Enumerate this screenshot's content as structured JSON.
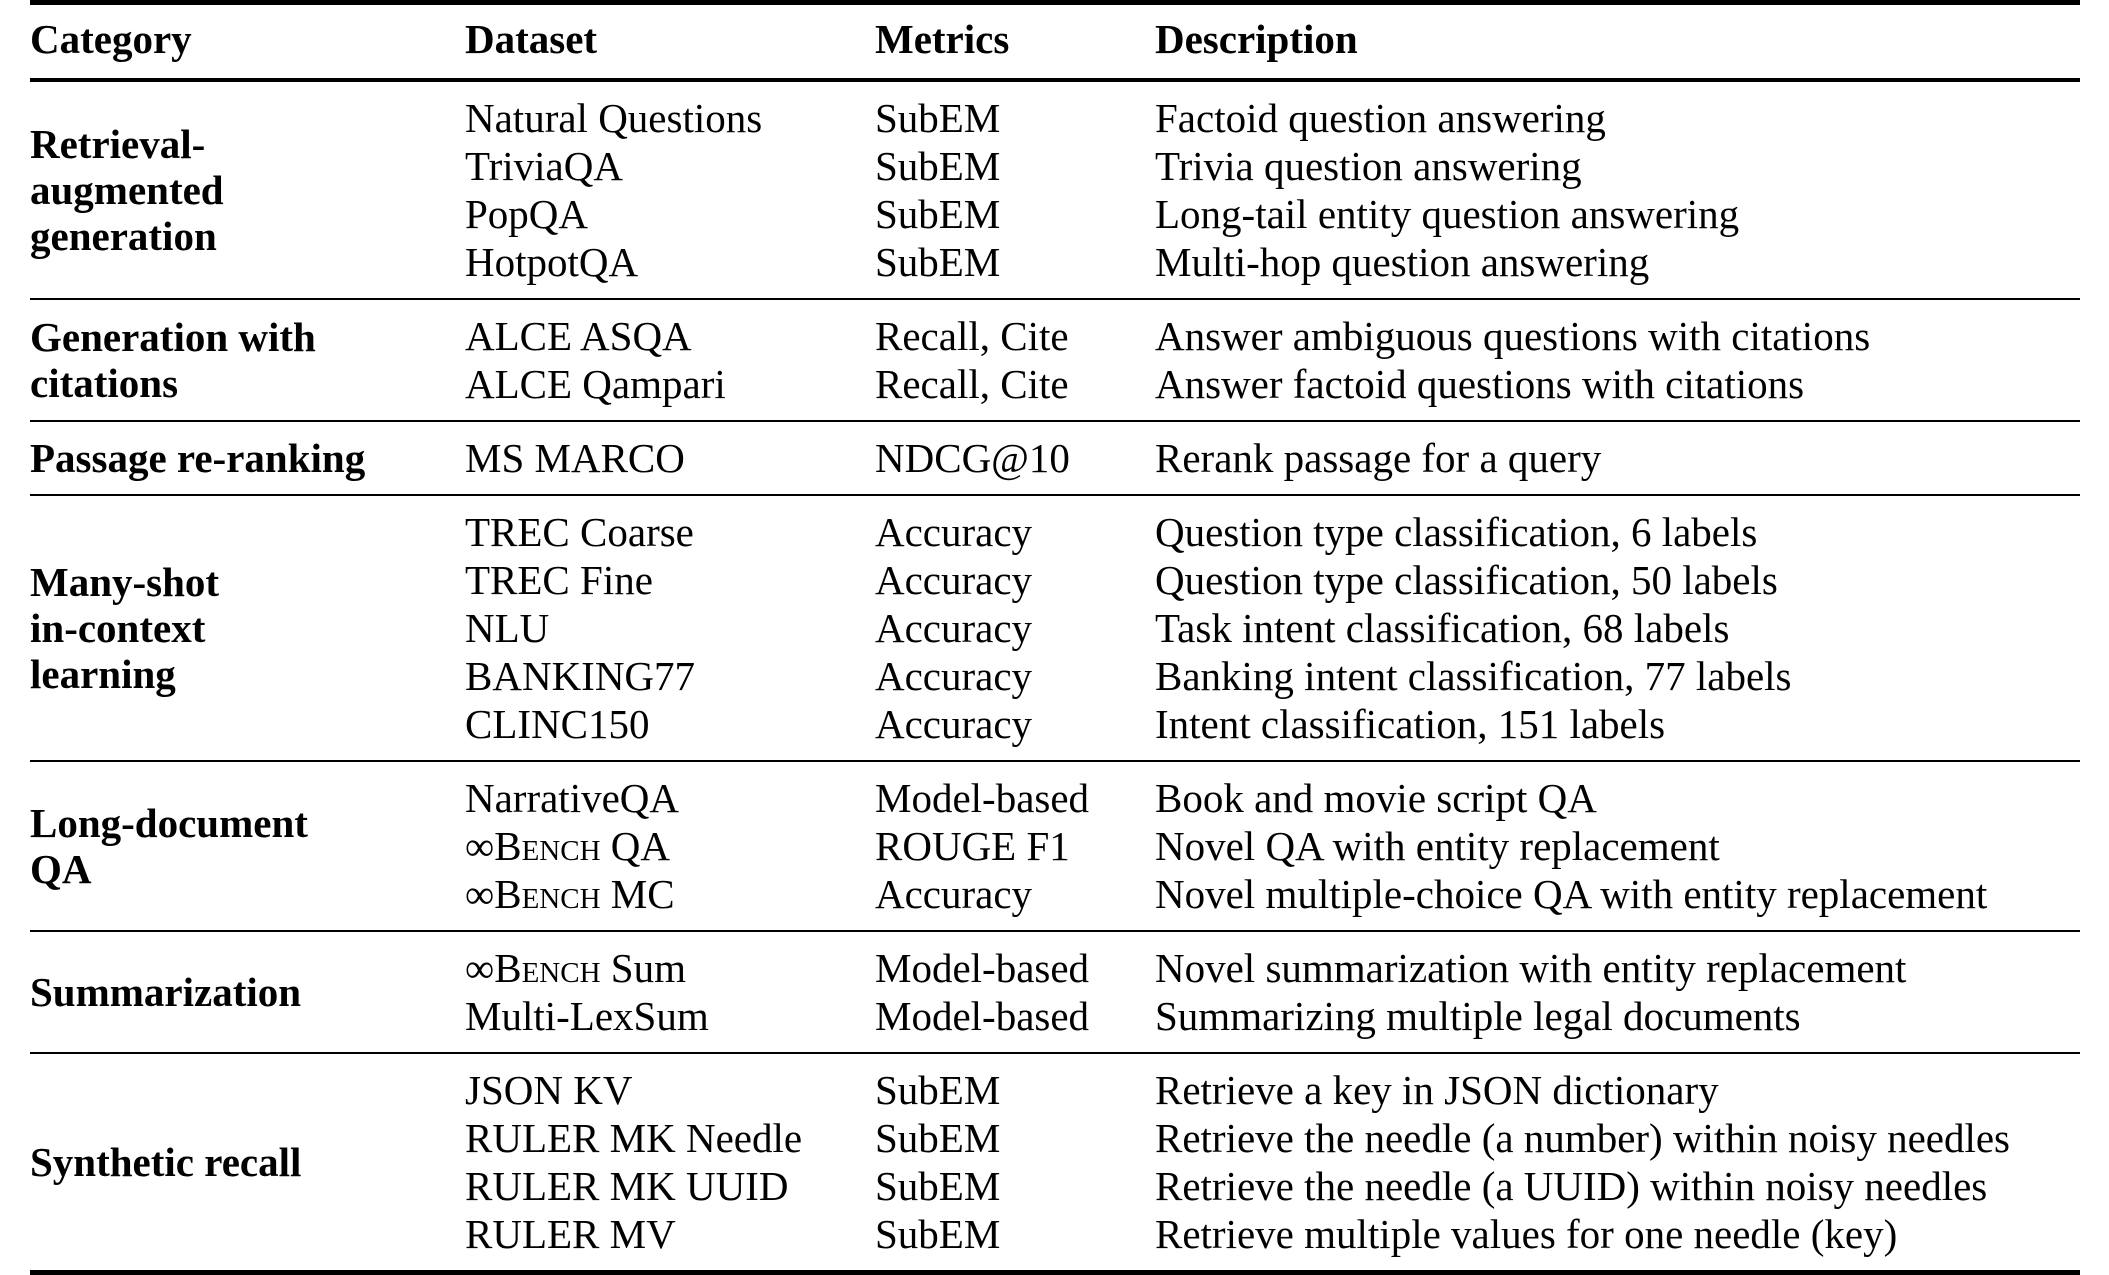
{
  "table": {
    "headers": {
      "category": "Category",
      "dataset": "Dataset",
      "metrics": "Metrics",
      "description": "Description"
    },
    "sections": [
      {
        "category": "Retrieval-\naugmented\ngeneration",
        "category_lines": [
          "Retrieval-",
          "augmented",
          "generation"
        ],
        "rows": [
          {
            "dataset": "Natural Questions",
            "metrics": "SubEM",
            "description": "Factoid question answering"
          },
          {
            "dataset": "TriviaQA",
            "metrics": "SubEM",
            "description": "Trivia question answering"
          },
          {
            "dataset": "PopQA",
            "metrics": "SubEM",
            "description": "Long-tail entity question answering"
          },
          {
            "dataset": "HotpotQA",
            "metrics": "SubEM",
            "description": "Multi-hop question answering"
          }
        ]
      },
      {
        "category": "Generation with\ncitations",
        "category_lines": [
          "Generation with",
          "citations"
        ],
        "rows": [
          {
            "dataset": "ALCE ASQA",
            "metrics": "Recall, Cite",
            "description": "Answer ambiguous questions with citations"
          },
          {
            "dataset": "ALCE Qampari",
            "metrics": "Recall, Cite",
            "description": "Answer factoid questions with citations"
          }
        ]
      },
      {
        "category": "Passage re-ranking",
        "category_lines": [
          "Passage re-ranking"
        ],
        "rows": [
          {
            "dataset": "MS MARCO",
            "metrics": "NDCG@10",
            "description": "Rerank passage for a query"
          }
        ]
      },
      {
        "category": "Many-shot\nin-context\nlearning",
        "category_lines": [
          "Many-shot",
          "in-context",
          "learning"
        ],
        "rows": [
          {
            "dataset": "TREC Coarse",
            "metrics": "Accuracy",
            "description": "Question type classification, 6 labels"
          },
          {
            "dataset": "TREC Fine",
            "metrics": "Accuracy",
            "description": "Question type classification, 50 labels"
          },
          {
            "dataset": "NLU",
            "metrics": "Accuracy",
            "description": "Task intent classification, 68 labels"
          },
          {
            "dataset": "BANKING77",
            "metrics": "Accuracy",
            "description": "Banking intent classification, 77 labels"
          },
          {
            "dataset": "CLINC150",
            "metrics": "Accuracy",
            "description": "Intent classification, 151 labels"
          }
        ]
      },
      {
        "category": "Long-document\nQA",
        "category_lines": [
          "Long-document",
          "QA"
        ],
        "rows": [
          {
            "dataset": "NarrativeQA",
            "dataset_prefix": "",
            "dataset_smallcaps": "",
            "dataset_suffix": "",
            "metrics": "Model-based",
            "description": "Book and movie script QA"
          },
          {
            "dataset": "∞BENCH QA",
            "dataset_prefix": "∞B",
            "dataset_smallcaps": "ENCH",
            "dataset_suffix": " QA",
            "metrics": "ROUGE F1",
            "description": "Novel QA with entity replacement"
          },
          {
            "dataset": "∞BENCH MC",
            "dataset_prefix": "∞B",
            "dataset_smallcaps": "ENCH",
            "dataset_suffix": " MC",
            "metrics": "Accuracy",
            "description": "Novel multiple-choice QA with entity replacement"
          }
        ]
      },
      {
        "category": "Summarization",
        "category_lines": [
          "Summarization"
        ],
        "rows": [
          {
            "dataset": "∞BENCH Sum",
            "dataset_prefix": "∞B",
            "dataset_smallcaps": "ENCH",
            "dataset_suffix": " Sum",
            "metrics": "Model-based",
            "description": "Novel summarization with entity replacement"
          },
          {
            "dataset": "Multi-LexSum",
            "metrics": "Model-based",
            "description": "Summarizing multiple legal documents"
          }
        ]
      },
      {
        "category": "Synthetic recall",
        "category_lines": [
          "Synthetic recall"
        ],
        "rows": [
          {
            "dataset": "JSON KV",
            "metrics": "SubEM",
            "description": "Retrieve a key in JSON dictionary"
          },
          {
            "dataset": "RULER MK Needle",
            "metrics": "SubEM",
            "description": "Retrieve the needle (a number) within noisy needles"
          },
          {
            "dataset": "RULER MK UUID",
            "metrics": "SubEM",
            "description": "Retrieve the needle (a UUID) within noisy needles"
          },
          {
            "dataset": "RULER MV",
            "metrics": "SubEM",
            "description": "Retrieve multiple values for one needle (key)"
          }
        ]
      }
    ]
  }
}
